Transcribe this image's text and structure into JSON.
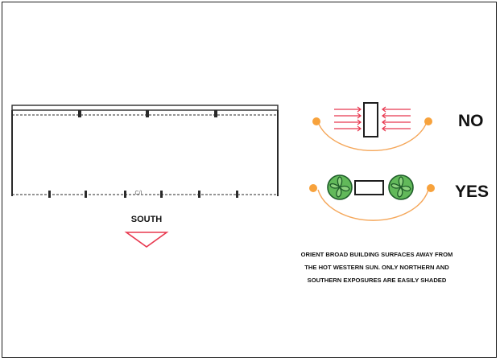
{
  "diagram": {
    "orientation_label": "SOUTH",
    "small_label": "C/L",
    "no_label": "NO",
    "yes_label": "YES",
    "caption_lines": [
      "ORIENT BROAD BUILDING SURFACES AWAY FROM",
      "THE HOT WESTERN SUN. ONLY NORTHERN AND",
      "SOUTHERN EXPOSURES ARE EASILY SHADED"
    ],
    "colors": {
      "sun": "#f7a23c",
      "sun_path": "#f5a75a",
      "heat_arrows": "#e8384f",
      "orientation_arrow": "#e8384f",
      "wall": "#2a2a2a",
      "tree_fill": "#62b95a",
      "tree_stroke": "#1f5d2a"
    }
  }
}
